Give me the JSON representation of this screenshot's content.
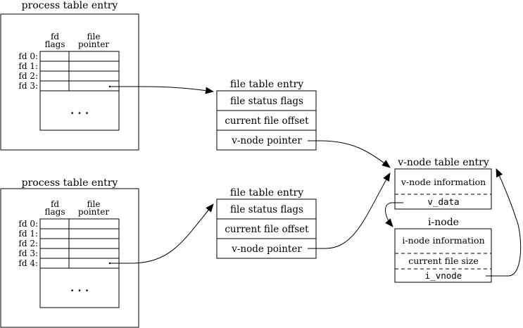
{
  "process1": {
    "title": "process table entry",
    "col_fd_flags": [
      "fd",
      "flags"
    ],
    "col_file_pointer": [
      "file",
      "pointer"
    ],
    "rows": [
      "fd 0:",
      "fd 1:",
      "fd 2:",
      "fd 3:"
    ],
    "ellipsis": ". . ."
  },
  "process2": {
    "title": "process table entry",
    "col_fd_flags": [
      "fd",
      "flags"
    ],
    "col_file_pointer": [
      "file",
      "pointer"
    ],
    "rows": [
      "fd 0:",
      "fd 1:",
      "fd 2:",
      "fd 3:",
      "fd 4:"
    ],
    "ellipsis": ". . ."
  },
  "file1": {
    "title": "file table entry",
    "fields": [
      "file status flags",
      "current file offset",
      "v-node pointer"
    ]
  },
  "file2": {
    "title": "file table entry",
    "fields": [
      "file status flags",
      "current file offset",
      "v-node pointer"
    ]
  },
  "vnode": {
    "title": "v-node table entry",
    "info": "v-node information",
    "data": "v_data"
  },
  "inode": {
    "title": "i-node",
    "info": "i-node information",
    "size": "current file size",
    "vnode": "i_vnode"
  }
}
